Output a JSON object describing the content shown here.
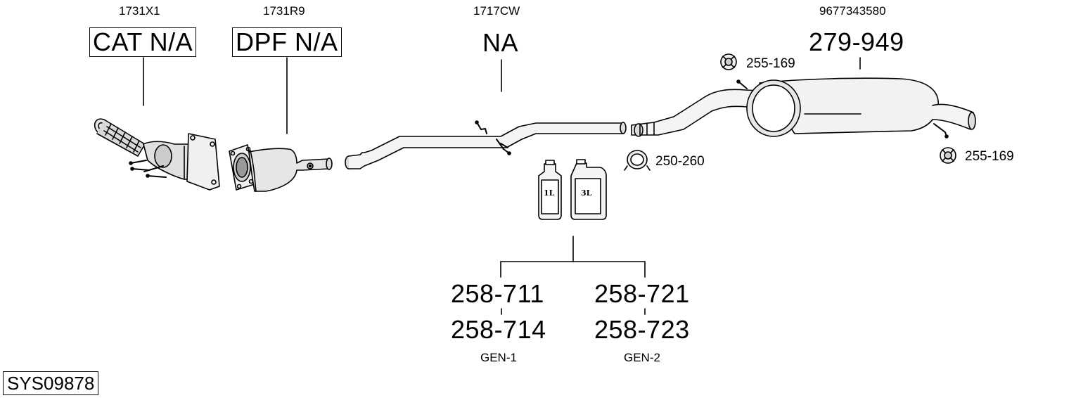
{
  "catalyst": {
    "oe_number": "1731X1",
    "part_label": "CAT N/A"
  },
  "dpf": {
    "oe_number": "1731R9",
    "part_label": "DPF N/A"
  },
  "middle_pipe": {
    "oe_number": "1717CW",
    "part_label": "NA"
  },
  "rear_silencer": {
    "oe_number": "9677343580",
    "part_label": "279-949"
  },
  "rubber_mount_1": {
    "part_label": "255-169"
  },
  "rubber_mount_2": {
    "part_label": "255-169"
  },
  "clamp": {
    "part_label": "250-260"
  },
  "assembly_paste": {
    "bottle_1_label": "1L",
    "bottle_2_label": "3L",
    "gen1": {
      "part_a": "258-711",
      "part_b": "258-714",
      "caption": "GEN-1"
    },
    "gen2": {
      "part_a": "258-721",
      "part_b": "258-723",
      "caption": "GEN-2"
    }
  },
  "system_id": "SYS09878"
}
